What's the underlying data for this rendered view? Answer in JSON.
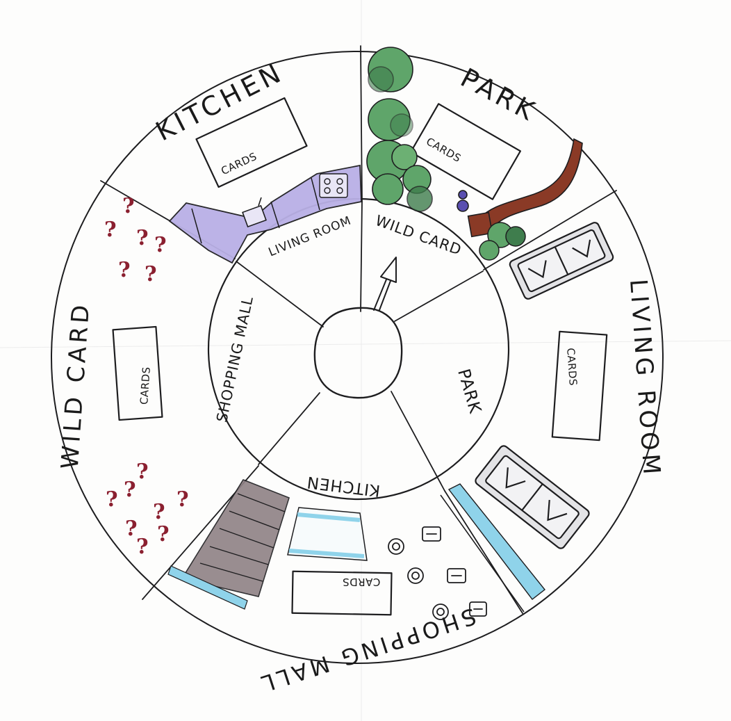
{
  "board": {
    "outer_labels": {
      "kitchen": "KITCHEN",
      "park": "PARK",
      "living_room": "LIVING ROOM",
      "shopping_mall": "SHOPPING MALL",
      "wild_card": "WILD CARD"
    },
    "inner_labels": {
      "wild_card": "WILD CARD",
      "park": "PARK",
      "kitchen": "KITCHEN",
      "shopping_mall": "SHOPPING MALL",
      "living_room": "LIVING ROOM"
    },
    "card_label": "CARDS",
    "question_mark": "?"
  },
  "colors": {
    "counter": "#b9b0e6",
    "tree": "#5fa56a",
    "tree_dark": "#3f7d4d",
    "trunk": "#8a3a26",
    "water": "#8fd3ea",
    "tiles": "#8f8185",
    "question": "#8b2030",
    "sofa": "#e3e3e6"
  }
}
